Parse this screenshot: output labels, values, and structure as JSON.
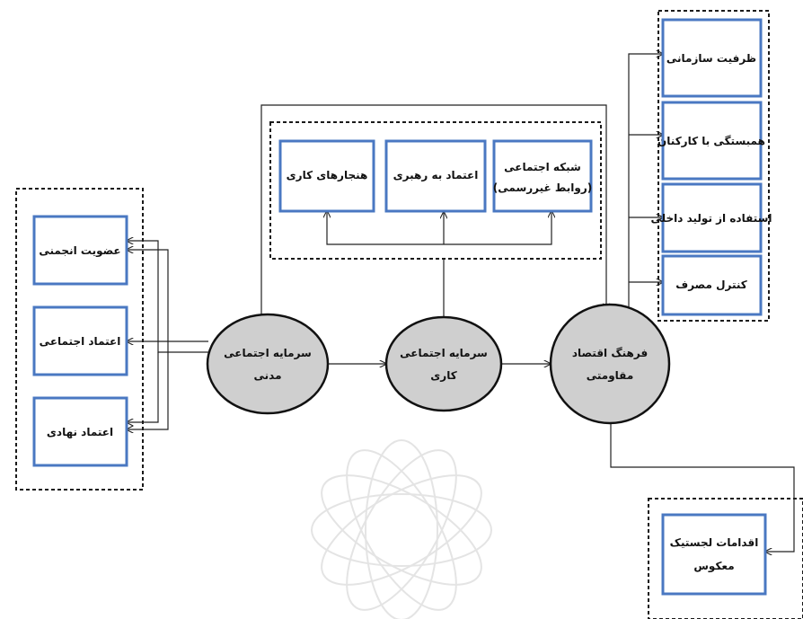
{
  "nodes": {
    "civic_social_capital": [
      "سرمایه اجتماعی",
      "مدنی"
    ],
    "work_social_capital": [
      "سرمایه اجتماعی",
      "کاری"
    ],
    "resistance_economy_culture": [
      "فرهنگ اقتصاد",
      "مقاومتی"
    ]
  },
  "left_group": {
    "association_membership": "عضویت انجمنی",
    "social_trust": "اعتماد اجتماعی",
    "institutional_trust": "اعتماد نهادی"
  },
  "top_group": {
    "social_network": [
      "شبکه اجتماعی",
      "(روابط غیررسمی)"
    ],
    "trust_in_leadership": "اعتماد به رهبری",
    "work_norms": "هنجارهای کاری"
  },
  "right_group": {
    "organizational_capacity": "ظرفیت سازمانی",
    "solidarity_with_employees": "همبستگی با کارکنان",
    "use_of_domestic_products": "استفاده از تولید داخلی",
    "consumption_control": "کنترل مصرف"
  },
  "bottom_right": {
    "reverse_logistics": [
      "اقدامات لجستیک",
      "معکوس"
    ]
  },
  "colors": {
    "box_border": "#4a78c2",
    "node_fill": "#cfcfcf",
    "watermark": "#e4e4e4"
  }
}
